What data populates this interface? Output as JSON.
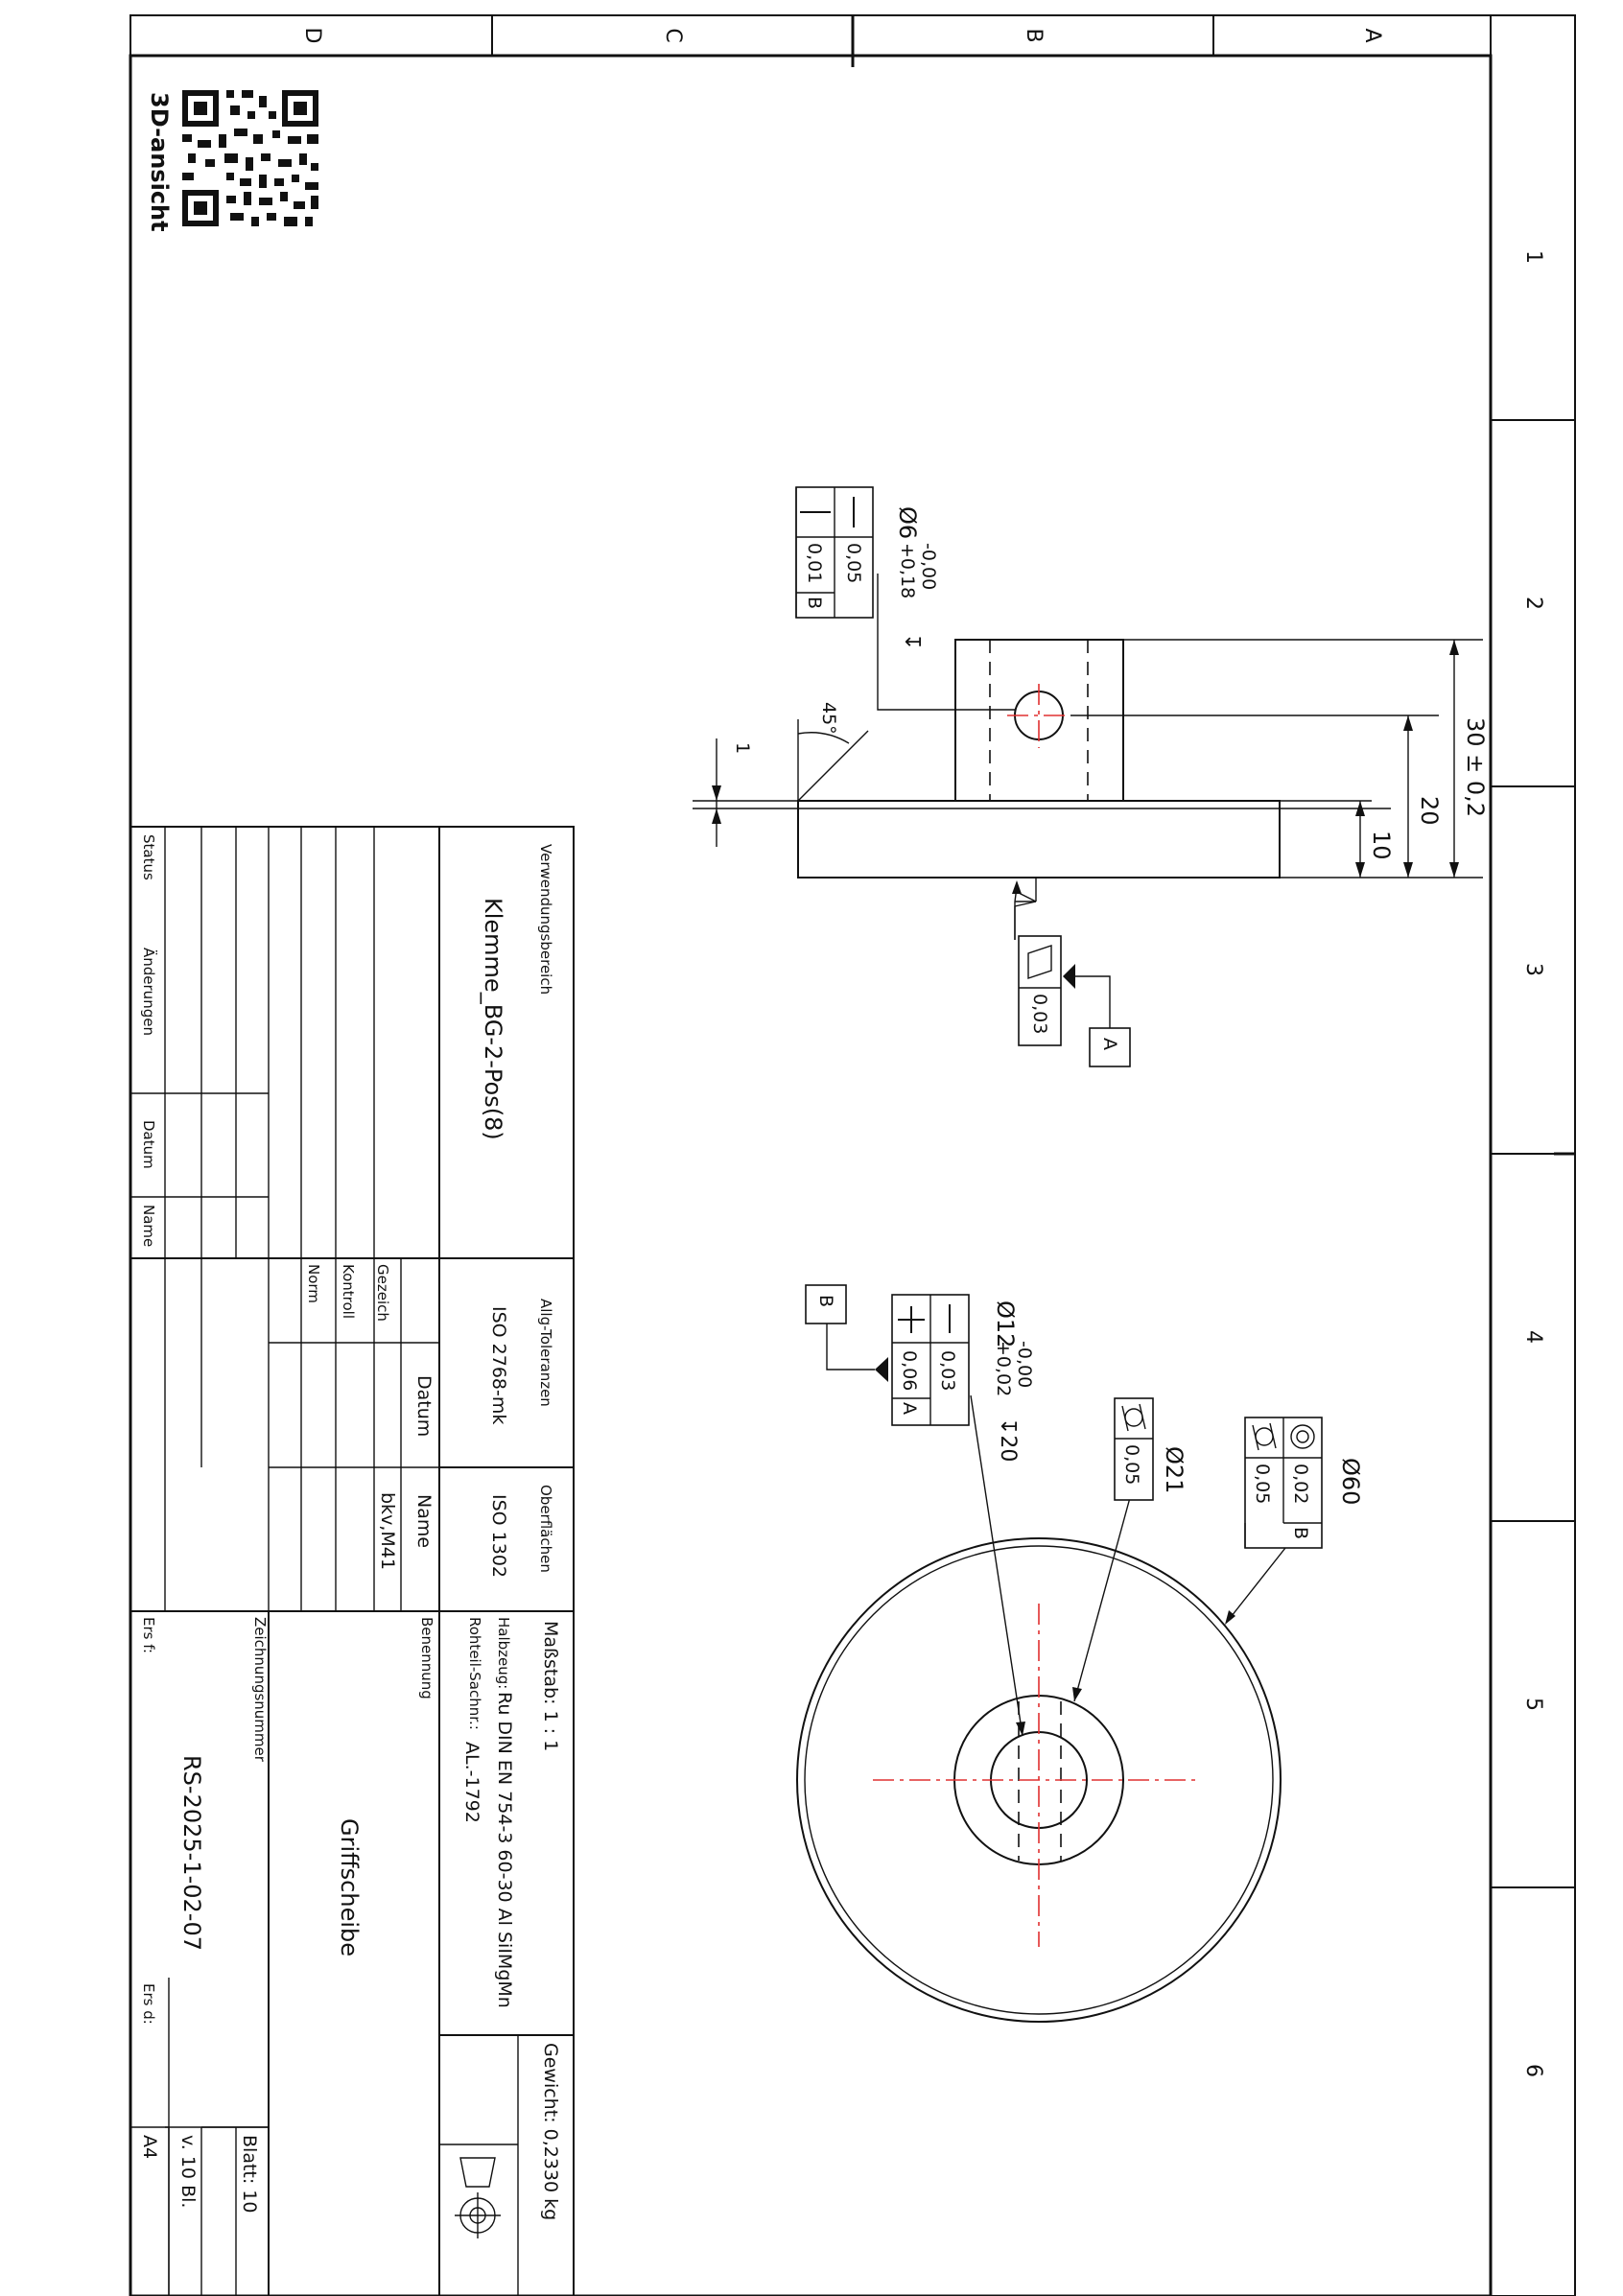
{
  "grid": {
    "columns": [
      "A",
      "B",
      "C",
      "D"
    ],
    "rows": [
      "1",
      "2",
      "3",
      "4",
      "5",
      "6"
    ]
  },
  "qr": {
    "label": "3D-ansicht"
  },
  "side_view": {
    "hole_dia": "Ø6",
    "hole_tol_upper": "+0,18",
    "hole_tol_lower": "-0,00",
    "depth_sym": "↧",
    "fcf1_straightness": "0,05",
    "fcf1_perpendicularity": "0,01",
    "fcf1_datum": "B",
    "chamfer_angle": "45°",
    "chamfer_size": "1",
    "dim_total": "30 ± 0,2",
    "dim_mid": "20",
    "dim_base": "10",
    "flatness_tol": "0,03",
    "datum_a": "A"
  },
  "front_view": {
    "bore_dia": "Ø12",
    "bore_tol_upper": "+0,02",
    "bore_tol_lower": "-0,00",
    "bore_depth": "↧20",
    "fcf_straightness": "0,03",
    "fcf_perpendicularity": "0,06",
    "fcf_datum": "A",
    "datum_b": "B",
    "hub_dia": "Ø21",
    "hub_cyl": "0,05",
    "outer_dia": "Ø60",
    "outer_concentricity": "0,02",
    "outer_conc_datum": "B",
    "outer_cyl": "0,05"
  },
  "title_block": {
    "verwendungsbereich_label": "Verwendungsbereich",
    "verwendungsbereich": "Klemme_BG-2-Pos(8)",
    "allg_tol_label": "Allg-Toleranzen",
    "allg_tol": "ISO 2768-mk",
    "oberflaechen_label": "Oberflächen",
    "oberflaechen": "ISO 1302",
    "massstab": "Maßstab:  1 : 1",
    "gewicht": "Gewicht: 0,2330 kg",
    "halbzeug_label": "Halbzeug:",
    "halbzeug": "Ru DIN EN 754-3  60-30 Al SiIMgMn",
    "rohteil_label": "Rohteil-Sachnr.:",
    "rohteil": "AL.-1792",
    "datum_col": "Datum",
    "name_col": "Name",
    "gezeich": "Gezeich",
    "kontroll": "Kontroll",
    "norm": "Norm",
    "gezeich_name": "bkv,M41",
    "benennung_label": "Benennung",
    "benennung": "Griffscheibe",
    "zeichnungsnummer_label": "Zeichnungsnummer",
    "zeichnungsnummer": "RS-2025-1-02-07",
    "blatt": "Blatt: 10",
    "von": "v.  10  Bl.",
    "format": "A4",
    "ers_f": "Ers f:",
    "ers_d": "Ers d:",
    "status": "Status",
    "aenderungen": "Änderungen",
    "rev_datum": "Datum",
    "rev_name": "Name"
  }
}
